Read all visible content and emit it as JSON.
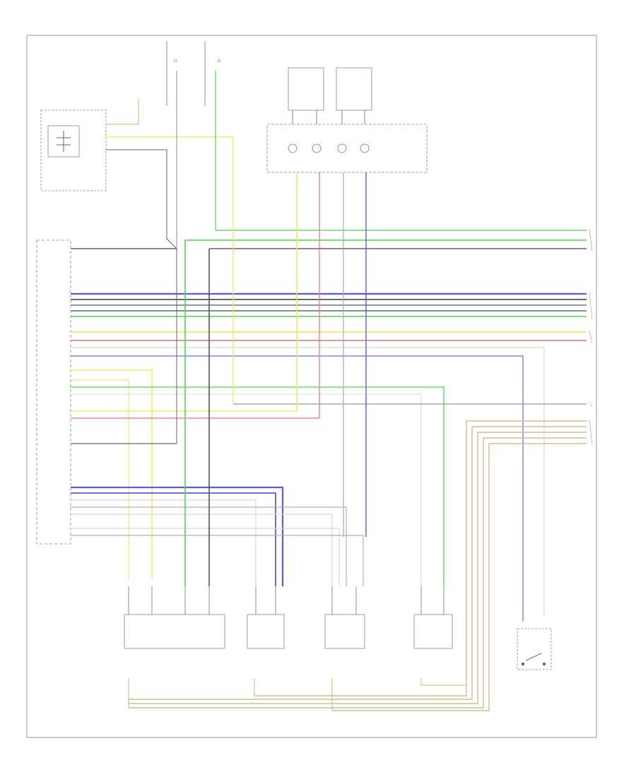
{
  "footer_code": "",
  "wire_colors": {
    "yellow": "#f2e64a",
    "green": "#4ed84e",
    "blue": "#5a5aee",
    "red": "#f07070",
    "black": "#555555",
    "gray": "#a8a8a8",
    "tan": "#c8b37a",
    "white": "#d8d8d8"
  },
  "components": [
    {
      "id": "driver-reader-module",
      "label": ""
    },
    {
      "id": "power-fuse-left",
      "label": ""
    },
    {
      "id": "power-fuse-right",
      "label": ""
    },
    {
      "id": "rear-sensor-left",
      "label": ""
    },
    {
      "id": "rear-sensor-right",
      "label": ""
    },
    {
      "id": "center-module",
      "label": ""
    },
    {
      "id": "control-module",
      "label": ""
    },
    {
      "id": "front-sensor-pair",
      "label": ""
    },
    {
      "id": "side-sensor-1",
      "label": ""
    },
    {
      "id": "side-sensor-2",
      "label": ""
    },
    {
      "id": "seat-belt-sensor",
      "label": ""
    },
    {
      "id": "passenger-switch",
      "label": ""
    }
  ]
}
